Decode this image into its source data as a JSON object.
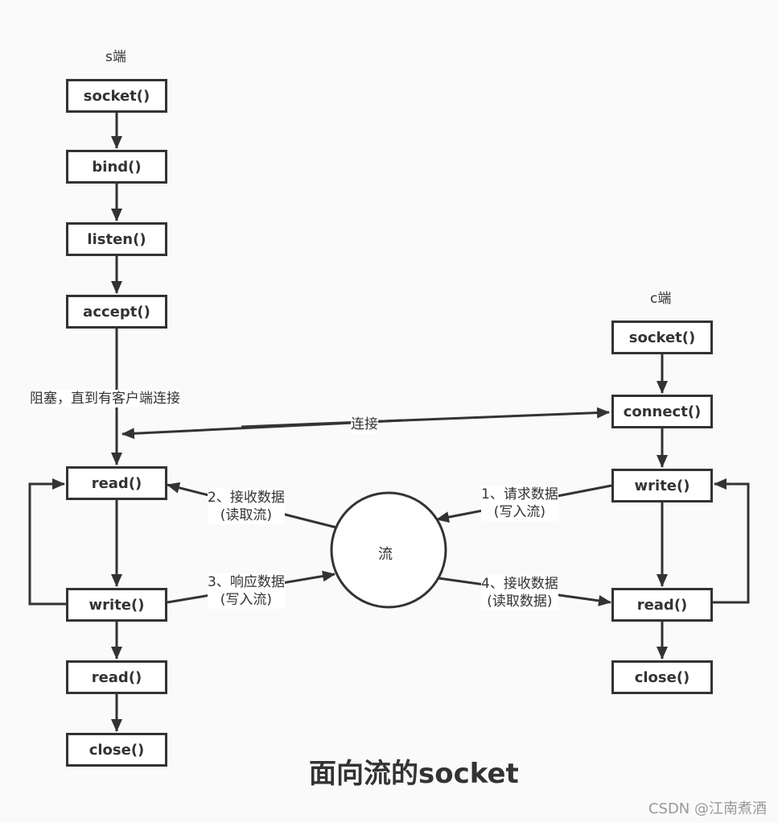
{
  "title": "面向流的socket",
  "watermark": "CSDN @江南煮酒",
  "server": {
    "heading": "s端",
    "steps": [
      "socket()",
      "bind()",
      "listen()",
      "accept()",
      "read()",
      "write()",
      "read()",
      "close()"
    ],
    "blocking_note": "阻塞，直到有客户端连接"
  },
  "client": {
    "heading": "c端",
    "steps": [
      "socket()",
      "connect()",
      "write()",
      "read()",
      "close()"
    ]
  },
  "stream": {
    "label": "流"
  },
  "connections": {
    "connect_label": "连接",
    "step1": [
      "1、请求数据",
      "(写入流)"
    ],
    "step2": [
      "2、接收数据",
      "(读取流)"
    ],
    "step3": [
      "3、响应数据",
      "(写入流)"
    ],
    "step4": [
      "4、接收数据",
      "(读取数据)"
    ]
  }
}
